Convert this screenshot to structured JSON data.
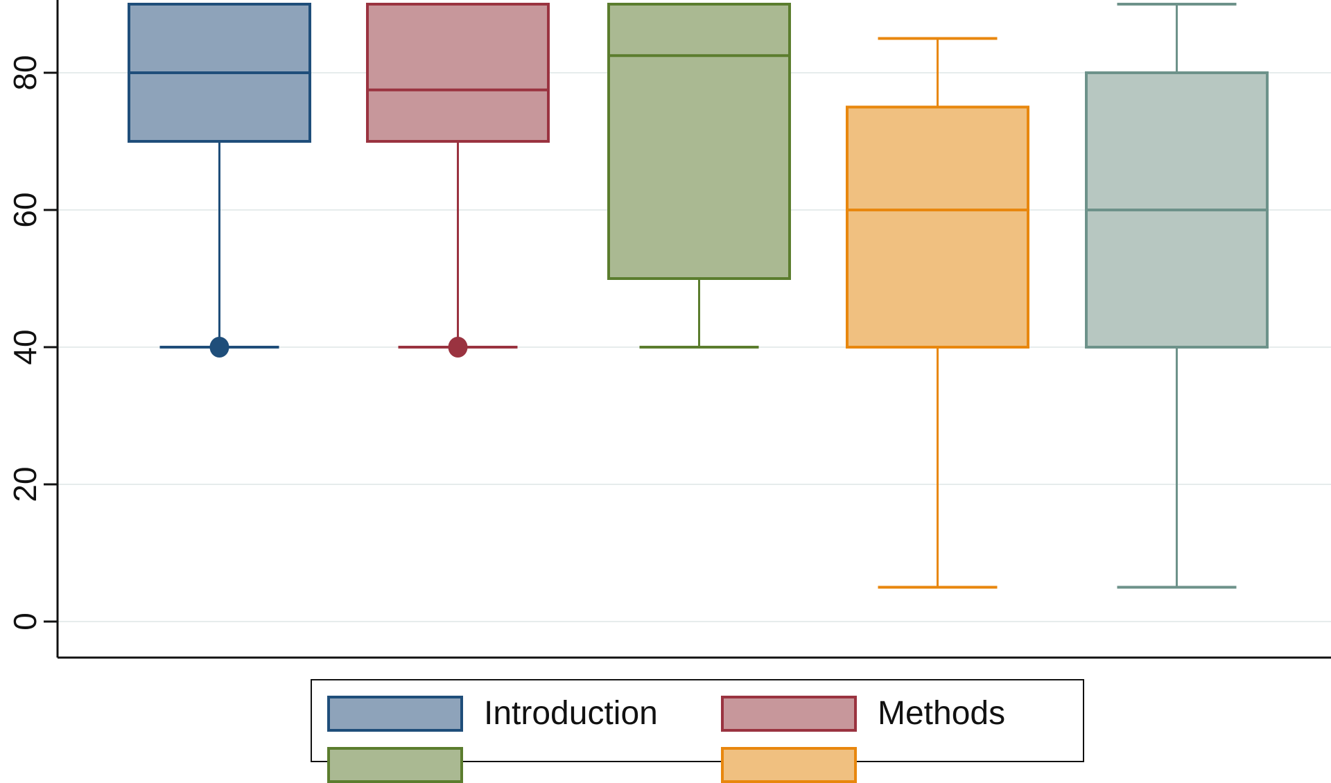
{
  "chart_data": {
    "type": "box",
    "title": "",
    "xlabel": "",
    "ylabel": "",
    "ylim": [
      -5,
      92
    ],
    "yticks": [
      0,
      20,
      40,
      60,
      80
    ],
    "grid": true,
    "legend_position": "bottom",
    "series": [
      {
        "name": "Introduction",
        "fill": "#8ea3ba",
        "stroke": "#1f4e7a",
        "min": 40,
        "q1": 70,
        "median": 80,
        "q3": 90,
        "max": 90,
        "outliers": [
          40
        ]
      },
      {
        "name": "Methods",
        "fill": "#c7979b",
        "stroke": "#9a3340",
        "min": 40,
        "q1": 70,
        "median": 77.5,
        "q3": 90,
        "max": 90,
        "outliers": [
          40
        ]
      },
      {
        "name": "",
        "fill": "#aab992",
        "stroke": "#5b7d2e",
        "min": 40,
        "q1": 50,
        "median": 82.5,
        "q3": 90,
        "max": 90,
        "outliers": []
      },
      {
        "name": "",
        "fill": "#f0c080",
        "stroke": "#e8870e",
        "min": 5,
        "q1": 40,
        "median": 60,
        "q3": 75,
        "max": 85,
        "outliers": []
      },
      {
        "name": "",
        "fill": "#b7c7c1",
        "stroke": "#6d928a",
        "min": 5,
        "q1": 40,
        "median": 60,
        "q3": 80,
        "max": 90,
        "outliers": []
      }
    ]
  },
  "legend": {
    "items": [
      {
        "label": "Introduction",
        "fill": "#8ea3ba",
        "stroke": "#1f4e7a"
      },
      {
        "label": "Methods",
        "fill": "#c7979b",
        "stroke": "#9a3340"
      },
      {
        "label": "",
        "fill": "#aab992",
        "stroke": "#5b7d2e"
      },
      {
        "label": "",
        "fill": "#f0c080",
        "stroke": "#e8870e"
      }
    ]
  }
}
